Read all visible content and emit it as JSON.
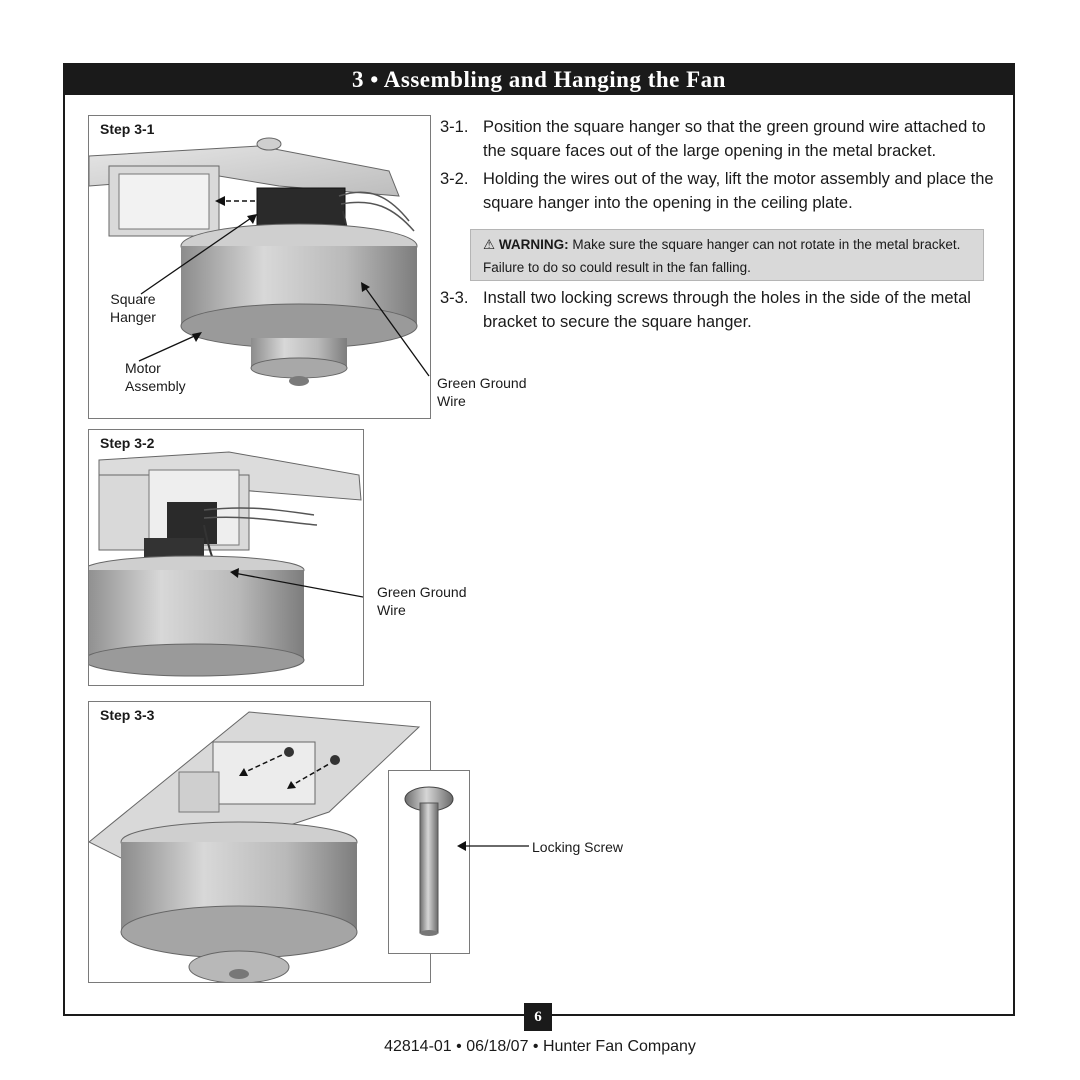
{
  "header": {
    "title": "3 • Assembling and Hanging the Fan"
  },
  "figures": {
    "step1": {
      "label": "Step 3-1",
      "callout_square_hanger": "Square Hanger",
      "callout_motor_assembly": "Motor Assembly",
      "callout_green_wire": "Green Ground Wire"
    },
    "step2": {
      "label": "Step 3-2",
      "callout_green_wire": "Green Ground Wire"
    },
    "step3": {
      "label": "Step 3-3",
      "callout_locking_screw": "Locking Screw"
    }
  },
  "instructions": [
    {
      "num": "3-1.",
      "text": "Position the square hanger so that the green ground wire attached to the square faces out of the large opening in the metal bracket."
    },
    {
      "num": "3-2.",
      "text": "Holding the wires out of the way, lift the motor assembly and place the square hanger into the opening in the ceiling plate."
    },
    {
      "num": "3-3.",
      "text": "Install two locking screws through the holes in the side of the metal bracket to secure the square hanger."
    }
  ],
  "warning": {
    "label": "WARNING:",
    "text": "Make sure the square hanger can not rotate in the metal bracket. Failure to do so could result in the fan falling.",
    "icon": "warning-triangle-icon"
  },
  "footer": {
    "page_number": "6",
    "doc_line": "42814-01  •  06/18/07  •  Hunter Fan Company"
  }
}
